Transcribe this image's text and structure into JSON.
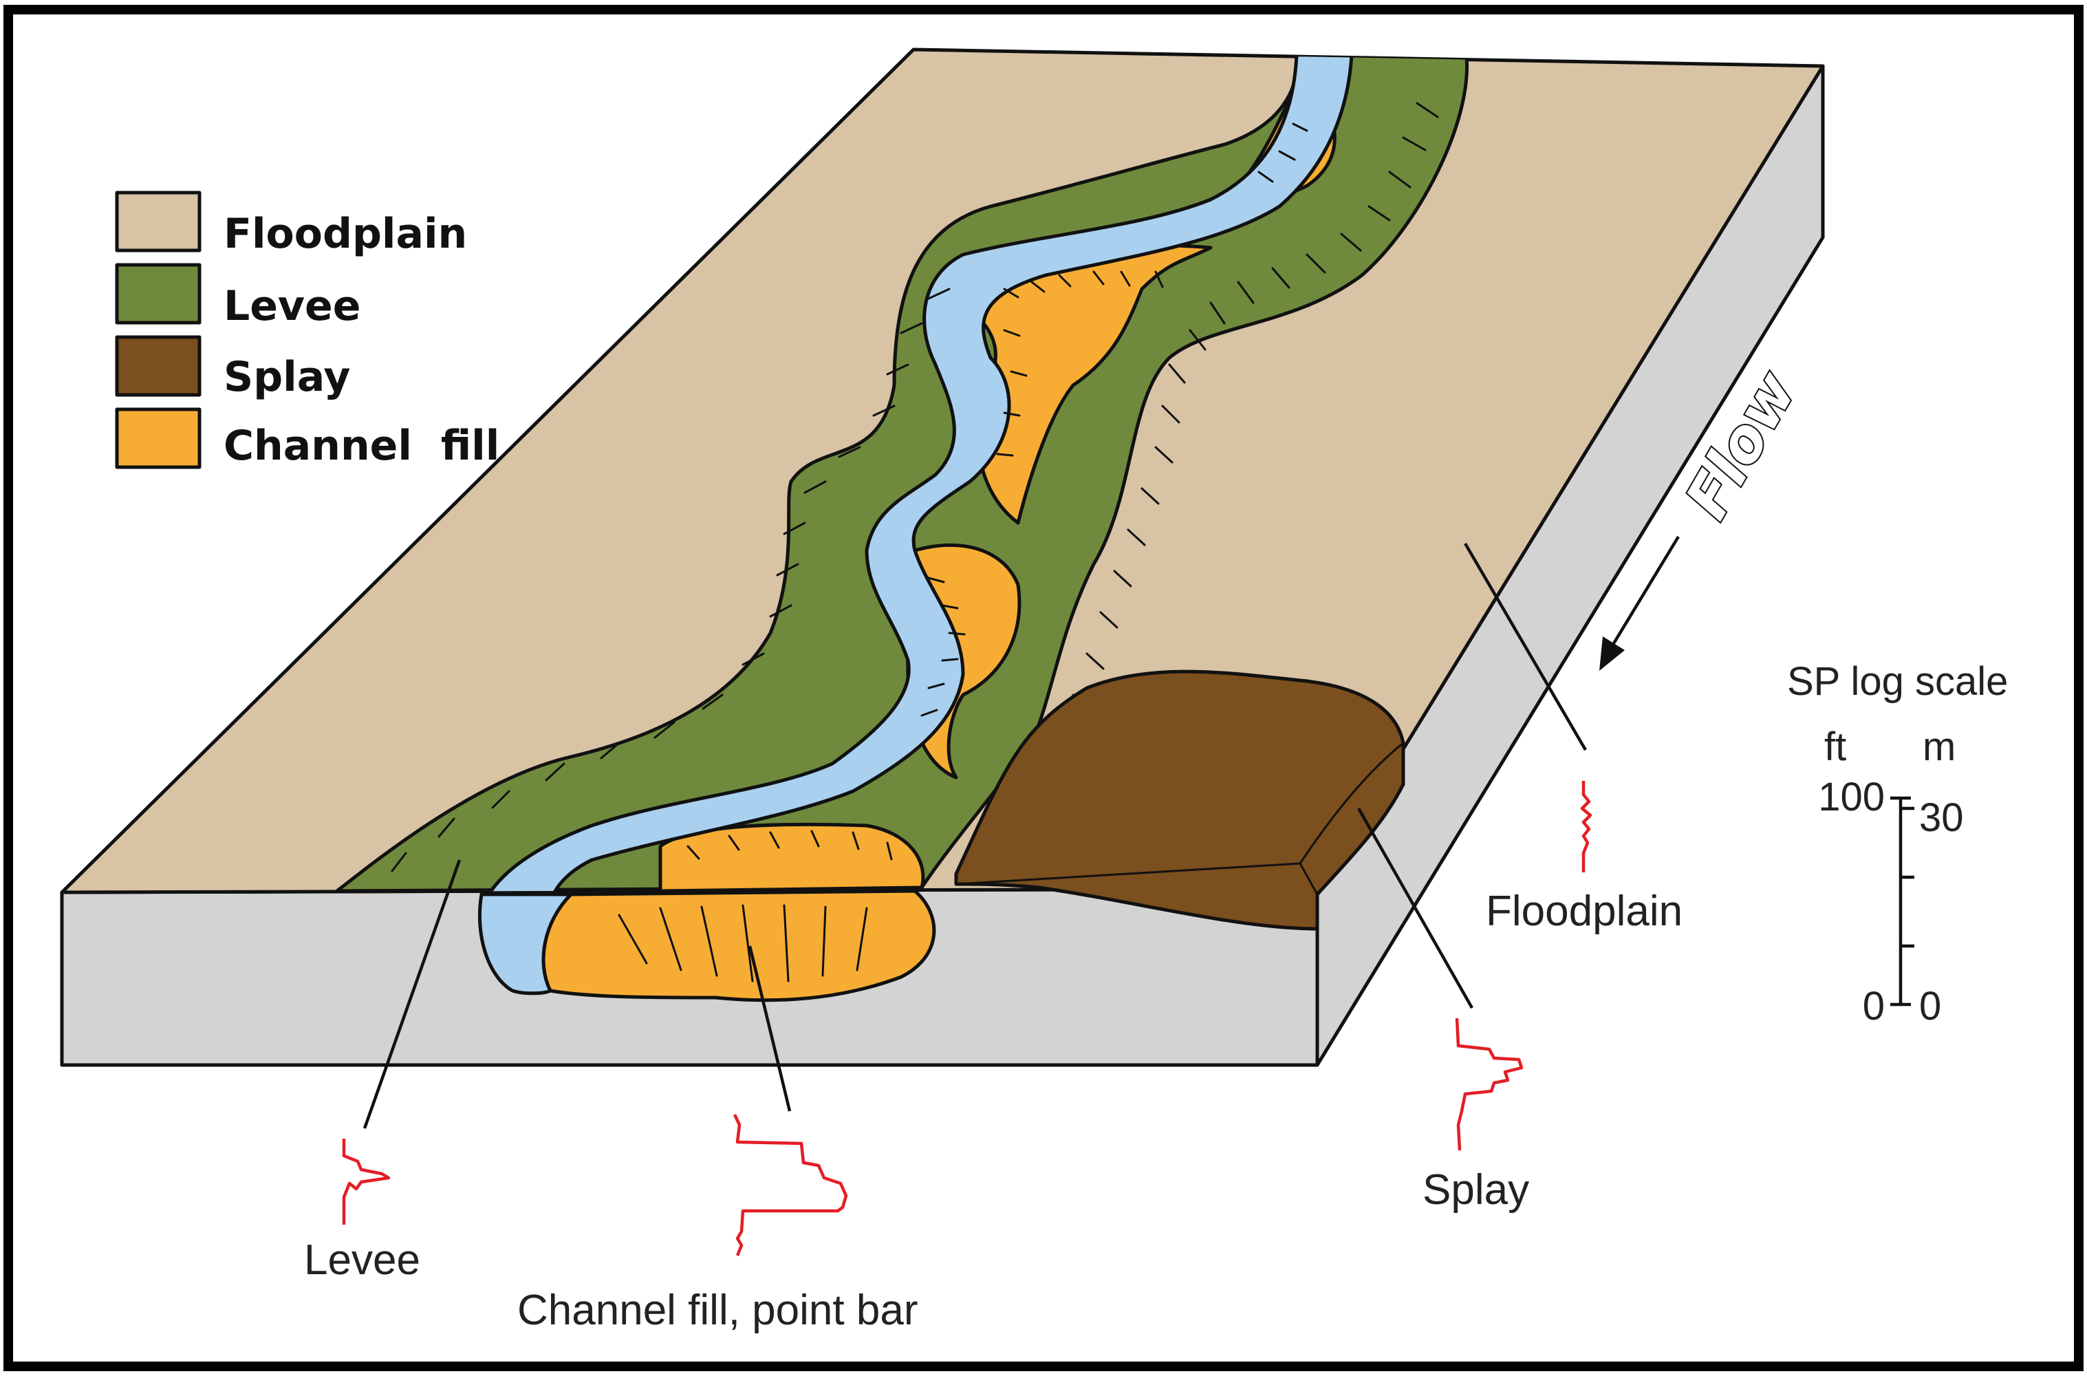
{
  "colors": {
    "floodplain": "#d8c3a5",
    "levee": "#6f8a3c",
    "splay": "#7b4f1e",
    "channel_fill": "#f7ad34",
    "channel_water": "#a9d0ef",
    "block_side": "#d3d3d3",
    "sp_log": "#e41e26"
  },
  "legend": [
    {
      "label": "Floodplain",
      "color": "#d8c3a5"
    },
    {
      "label": "Levee",
      "color": "#6f8a3c"
    },
    {
      "label": "Splay",
      "color": "#7b4f1e"
    },
    {
      "label": "Channel  fill",
      "color": "#f7ad34"
    }
  ],
  "flow_label": "Flow",
  "callouts": {
    "levee": "Levee",
    "channel_fill": "Channel fill, point bar",
    "splay": "Splay",
    "floodplain": "Floodplain"
  },
  "scale": {
    "title": "SP log scale",
    "unit_left": "ft",
    "unit_right": "m",
    "top_left": "100",
    "top_right": "30",
    "bottom_left": "0",
    "bottom_right": "0"
  }
}
